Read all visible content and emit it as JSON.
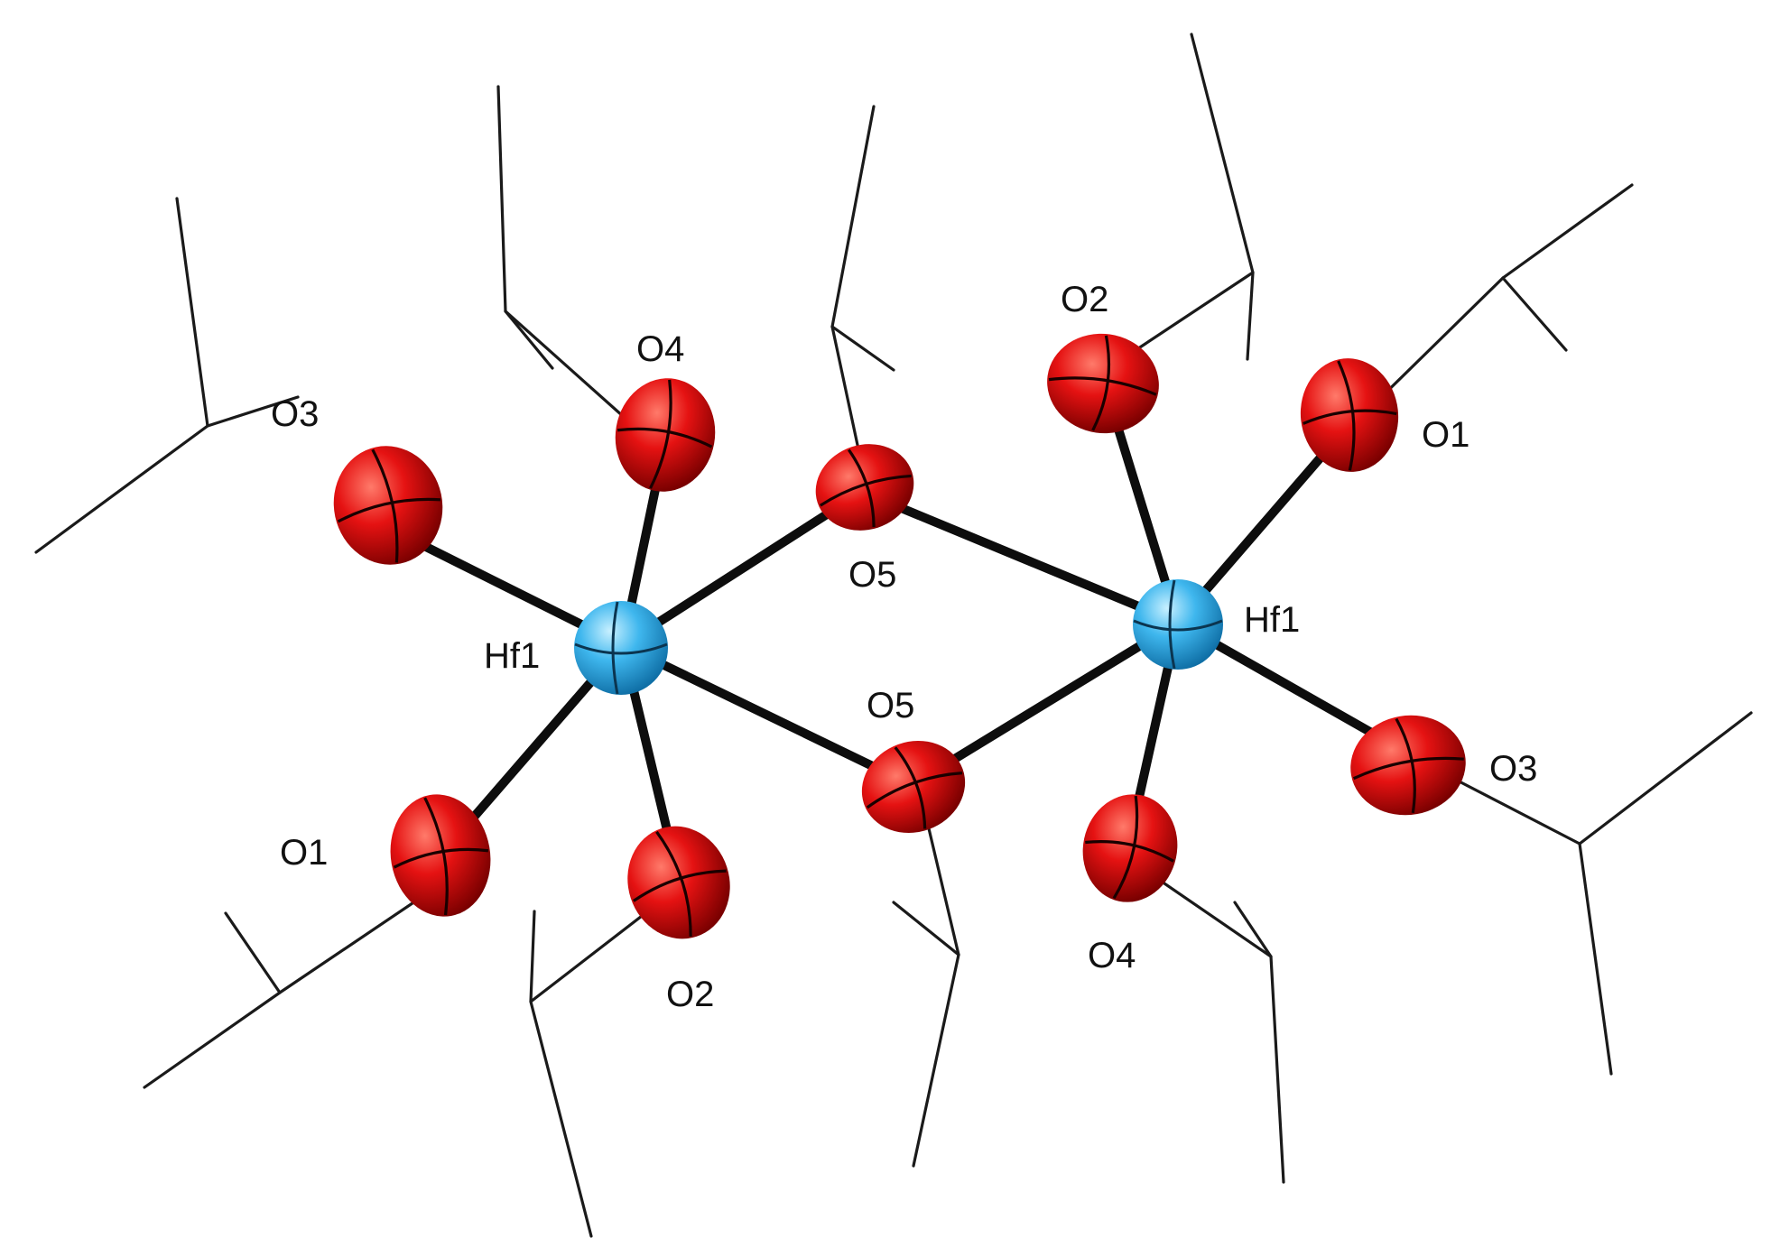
{
  "figure": {
    "colors": {
      "oxygen": "#e01010",
      "oxygen_dark": "#7a0000",
      "hafnium": "#3fb7ee",
      "hafnium_dark": "#0f6fa6",
      "bond": "#0d0d0d",
      "stick": "#1a1a1a",
      "background": "#ffffff"
    },
    "labels": {
      "hf_left": "Hf1",
      "hf_right": "Hf1",
      "o3_left": "O3",
      "o4_top_left": "O4",
      "o5_top": "O5",
      "o5_bottom": "O5",
      "o1_left": "O1",
      "o2_bottom_left": "O2",
      "o2_top_right": "O2",
      "o1_right": "O1",
      "o3_right": "O3",
      "o4_bottom_right": "O4"
    }
  }
}
